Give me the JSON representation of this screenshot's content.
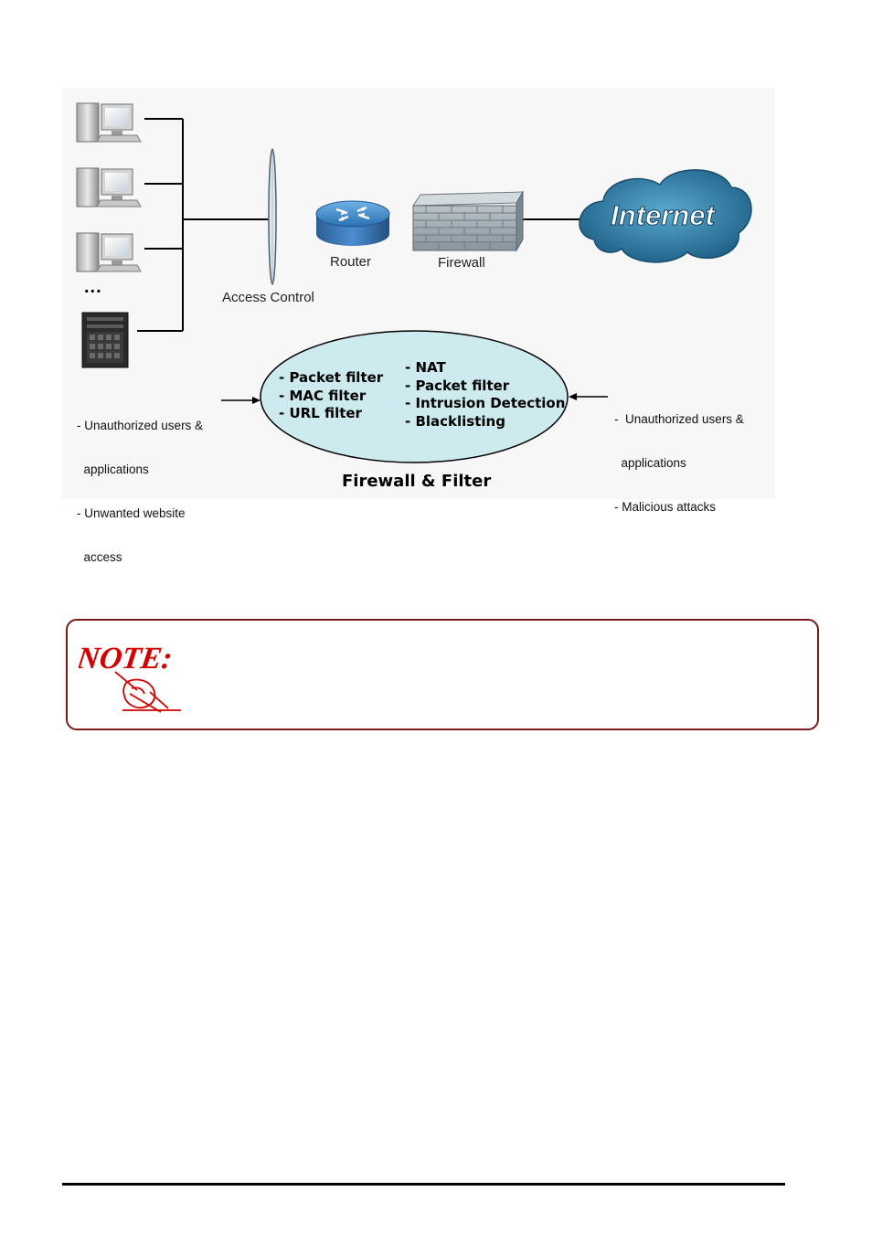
{
  "diagram": {
    "nodes": {
      "access_control": "Access Control",
      "router": "Router",
      "firewall": "Firewall",
      "internet": "Internet",
      "ellipsis": "..."
    },
    "ellipse_left_items": [
      "- Packet filter",
      "- MAC filter",
      "- URL filter"
    ],
    "ellipse_right_items": [
      "- NAT",
      "- Packet filter",
      "- Intrusion Detection",
      "- Blacklisting"
    ],
    "left_threats": [
      "- Unauthorized users &",
      "  applications",
      "- Unwanted website",
      "  access"
    ],
    "right_threats": [
      "-  Unauthorized users &",
      "  applications",
      "- Malicious attacks"
    ],
    "caption": "Firewall & Filter"
  },
  "note": {
    "label": "NOTE:"
  },
  "colors": {
    "ellipse_fill": "#cdeaee",
    "internet_cloud": "#2f7fa8",
    "router": "#3a86c8",
    "note_red": "#d40000",
    "note_border": "#7a1a1a"
  }
}
